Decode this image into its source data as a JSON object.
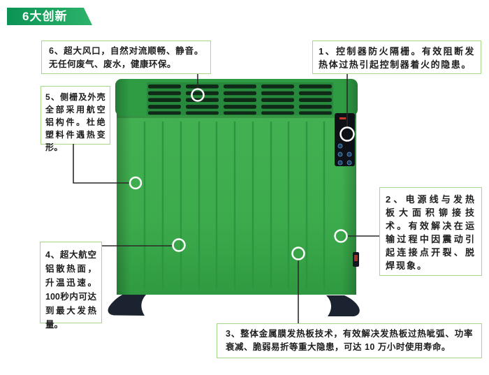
{
  "badge": {
    "label": "6大创新"
  },
  "callouts": [
    {
      "number": "6",
      "text": "6、超大风口，自然对流顺畅、静音。无任何废气、废水，健康环保。"
    },
    {
      "number": "1",
      "text": "1、控制器防火隔栅。有效阻断发热体过热引起控制器着火的隐患。"
    },
    {
      "number": "5",
      "text": "5、侧栅及外壳全部采用航空铝构件。杜绝塑料件遇热变形。"
    },
    {
      "number": "4",
      "text": "4、超大航空铝散热面，升温迅速。100秒内可达到最大发热量。"
    },
    {
      "number": "2",
      "text": "2、电源线与发热板大面积铆接技术。有效解决在运输过程中因震动引起连接点开裂、脱焊现象。"
    },
    {
      "number": "3",
      "text": "3、整体金属膜发热板技术，有效解决发热板过热呲弧、功率衰减、脆弱易折等重大隐患，可达 10 万小时使用寿命。"
    }
  ],
  "colors": {
    "badge_gradient_start": "#0a9355",
    "badge_gradient_end": "#2db36a",
    "callout_border": "#a6d788",
    "callout_text": "#1d1d1d",
    "connector": "#2a2a2a",
    "heater_green": "#3cab4c",
    "heater_green_dark": "#2d9440",
    "band_green": "#2f9c44",
    "grille_slot": "#0f2b18",
    "panel_black": "#0d1117",
    "panel_logo_red": "#c0392b",
    "foot_black": "#1b2230",
    "marker_ring": "#ffffff"
  }
}
